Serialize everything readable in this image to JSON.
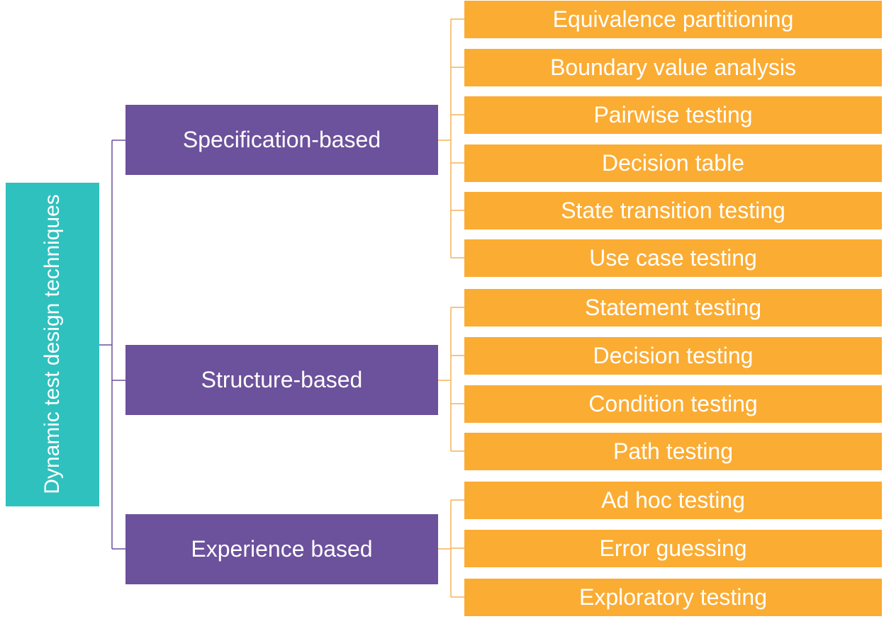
{
  "root": {
    "label": "Dynamic test design techniques"
  },
  "categories": [
    {
      "label": "Specification-based",
      "items": [
        "Equivalence partitioning",
        "Boundary value analysis",
        "Pairwise testing",
        "Decision table",
        "State transition testing",
        "Use case testing"
      ]
    },
    {
      "label": "Structure-based",
      "items": [
        "Statement testing",
        "Decision testing",
        "Condition testing",
        "Path testing"
      ]
    },
    {
      "label": "Experience based",
      "items": [
        "Ad hoc testing",
        "Error guessing",
        "Exploratory testing"
      ]
    }
  ],
  "colors": {
    "root": "#2fc1be",
    "category": "#6c519c",
    "item": "#fbac33",
    "root_connector": "#6c519c",
    "item_connector": "#f3b35a",
    "text": "#ffffff"
  }
}
